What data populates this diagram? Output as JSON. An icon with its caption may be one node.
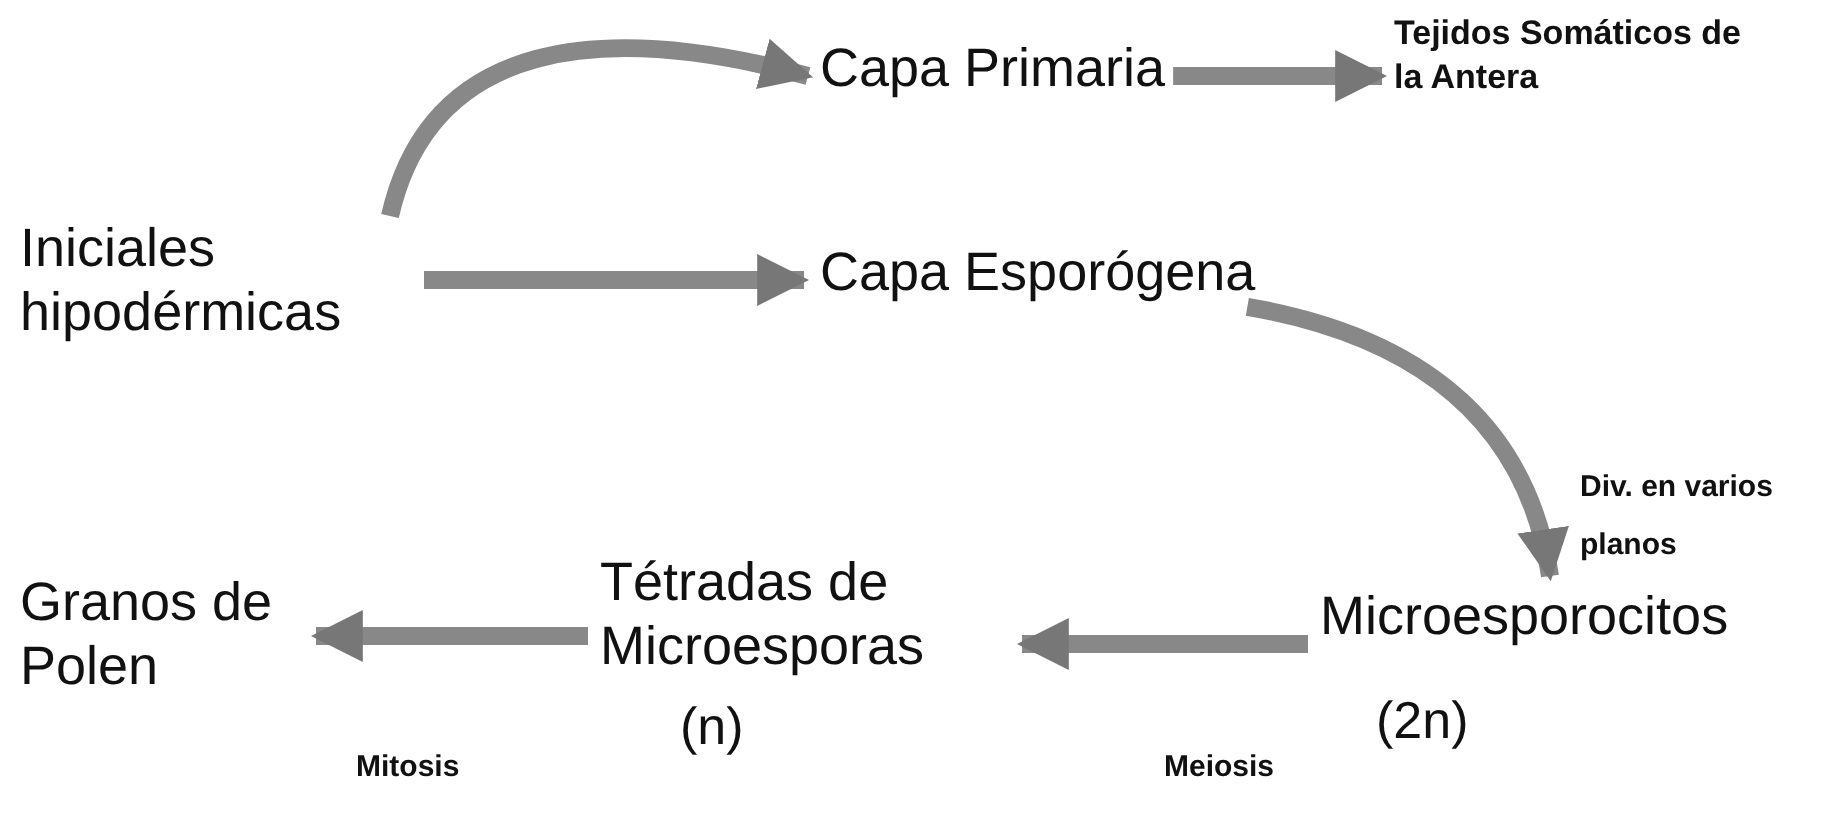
{
  "diagram": {
    "nodes": [
      {
        "text": [
          "Iniciales hipodérmicas"
        ]
      },
      {
        "text": [
          "Capa Primaria"
        ]
      },
      {
        "text": [
          "Tejidos Somáticos de la Antera"
        ]
      },
      {
        "text": [
          "Capa Esporógena"
        ]
      },
      {
        "text": [
          "Microesporocitos"
        ],
        "beside": [
          "(2n)"
        ]
      },
      {
        "text": [
          "Tétradas de Microesporas"
        ],
        "beside": [
          "(n)"
        ]
      },
      {
        "text": [
          "Granos de Polen"
        ]
      }
    ],
    "edges": [
      {
        "from": 0,
        "to": 1,
        "arrow": "to"
      },
      {
        "from": 0,
        "to": 3,
        "arrow": "to"
      },
      {
        "from": 1,
        "to": 2,
        "arrow": "to"
      },
      {
        "from": 3,
        "to": 4,
        "arrow": "to",
        "label": "Div. en varios planos"
      },
      {
        "from": 4,
        "to": 5,
        "arrow": "to",
        "label": "Meiosis"
      },
      {
        "from": 5,
        "to": 6,
        "arrow": "to",
        "label": "Mitosis"
      }
    ]
  }
}
